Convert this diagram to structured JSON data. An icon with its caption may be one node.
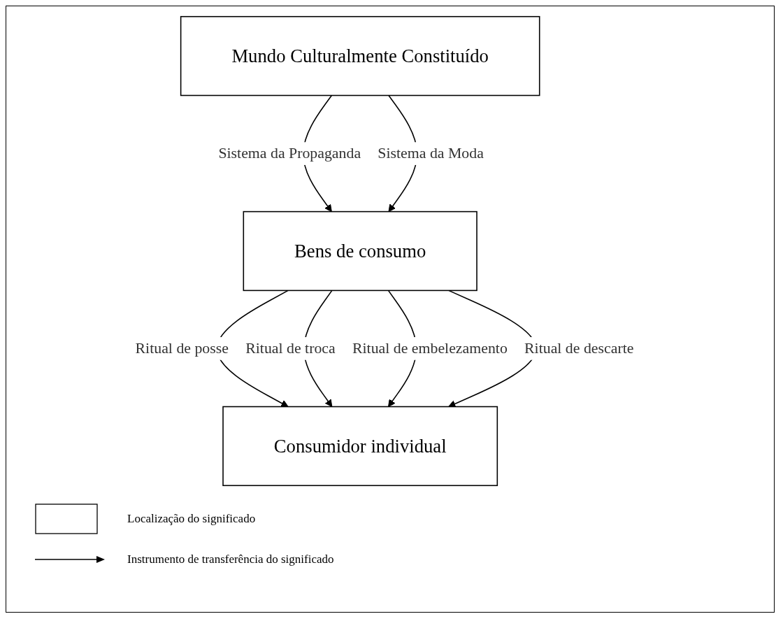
{
  "diagram": {
    "nodes": [
      {
        "text": [
          "Mundo Culturalmente Constituído"
        ]
      },
      {
        "text": [
          "Bens de consumo"
        ]
      },
      {
        "text": [
          "Consumidor individual"
        ]
      }
    ],
    "edges": [
      {
        "from": 0,
        "to": 1,
        "arrow": "to",
        "label": "Sistema da Propaganda"
      },
      {
        "from": 0,
        "to": 1,
        "arrow": "to",
        "label": "Sistema da Moda"
      },
      {
        "from": 1,
        "to": 2,
        "arrow": "to",
        "label": "Ritual de posse"
      },
      {
        "from": 1,
        "to": 2,
        "arrow": "to",
        "label": "Ritual de troca"
      },
      {
        "from": 1,
        "to": 2,
        "arrow": "to",
        "label": "Ritual de embelezamento"
      },
      {
        "from": 1,
        "to": 2,
        "arrow": "to",
        "label": "Ritual de descarte"
      }
    ],
    "legend": [
      {
        "text": "Localização do significado"
      },
      {
        "text": "Instrumento de transferência do significado"
      }
    ]
  }
}
